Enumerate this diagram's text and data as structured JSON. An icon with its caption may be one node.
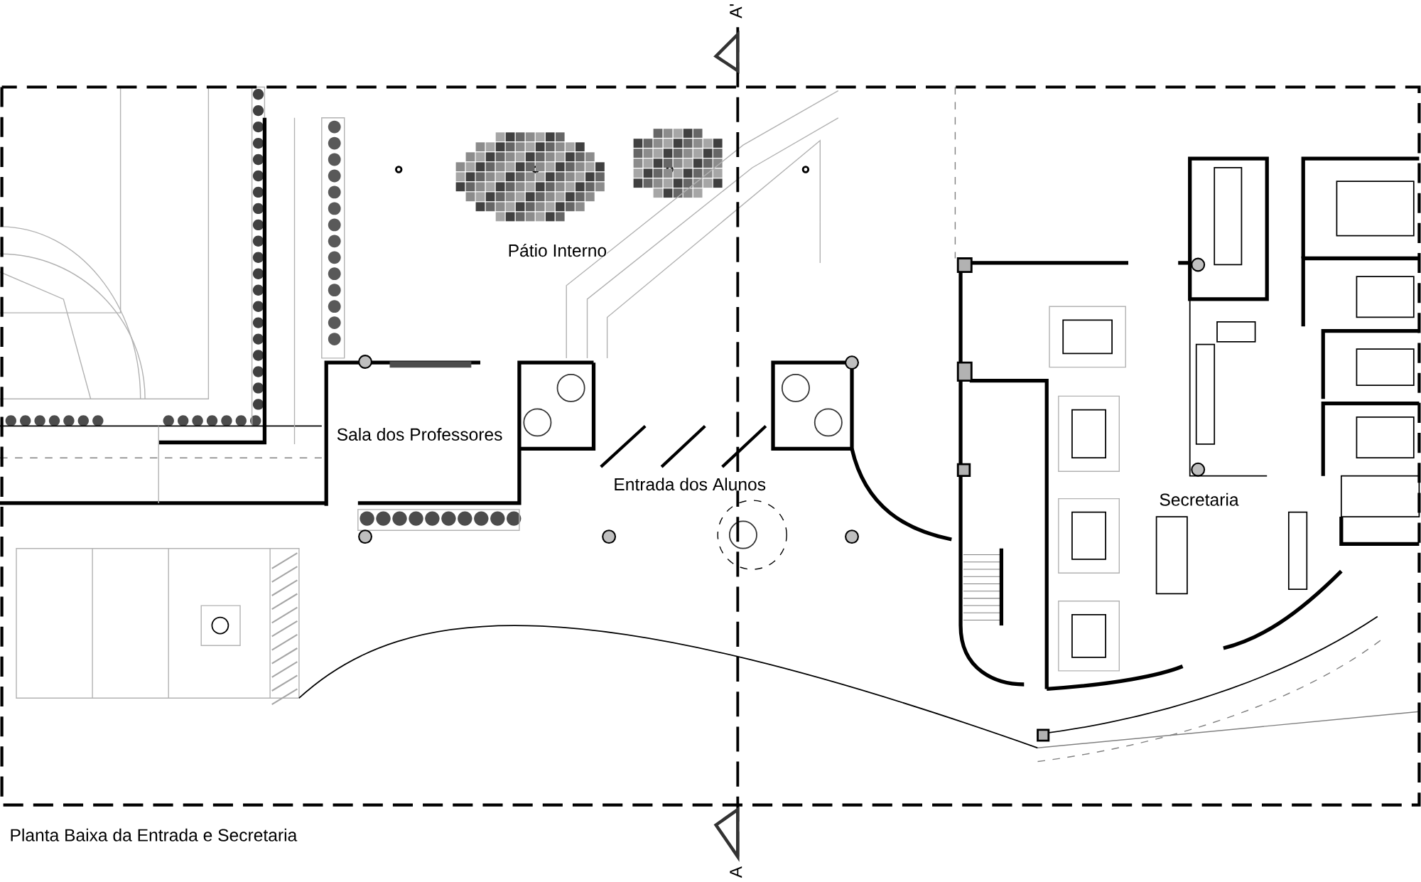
{
  "diagram": {
    "caption": "Planta Baixa da Entrada e Secretaria",
    "labels": [
      "A'",
      "Pátio Interno",
      "Sala dos Professores",
      "Entrada dos Alunos",
      "Secretaria",
      "A"
    ]
  }
}
